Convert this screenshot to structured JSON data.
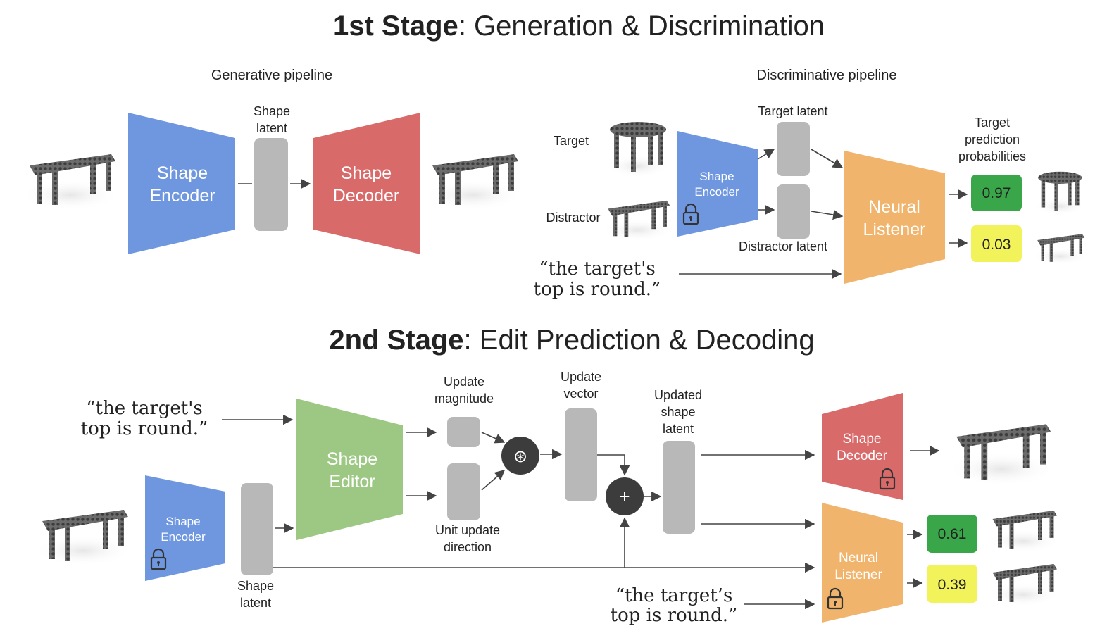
{
  "stage1": {
    "title_bold": "1st Stage",
    "title_rest": ": Generation & Discrimination",
    "generative": {
      "section_label": "Generative pipeline",
      "encoder": [
        "Shape",
        "Encoder"
      ],
      "latent": [
        "Shape",
        "latent"
      ],
      "decoder": [
        "Shape",
        "Decoder"
      ]
    },
    "discriminative": {
      "section_label": "Discriminative pipeline",
      "target_label": "Target",
      "distractor_label": "Distractor",
      "encoder": [
        "Shape",
        "Encoder"
      ],
      "target_latent": "Target latent",
      "distractor_latent": "Distractor latent",
      "listener": [
        "Neural",
        "Listener"
      ],
      "probabilities_label": [
        "Target",
        "prediction",
        "probabilities"
      ],
      "utterance": [
        "“the target's",
        "top is round.”"
      ],
      "scores": [
        {
          "value": "0.97",
          "color": "#3aa64a"
        },
        {
          "value": "0.03",
          "color": "#f2f25a"
        }
      ]
    }
  },
  "stage2": {
    "title_bold": "2nd Stage",
    "title_rest": ": Edit Prediction & Decoding",
    "utterance_left": [
      "“the target's",
      "top is round.”"
    ],
    "encoder": [
      "Shape",
      "Encoder"
    ],
    "latent": [
      "Shape",
      "latent"
    ],
    "editor": [
      "Shape",
      "Editor"
    ],
    "update_magnitude": [
      "Update",
      "magnitude"
    ],
    "unit_update_direction": [
      "Unit update",
      "direction"
    ],
    "update_vector": [
      "Update",
      "vector"
    ],
    "updated_shape_latent": [
      "Updated",
      "shape",
      "latent"
    ],
    "multiply_symbol": "⊛",
    "plus_symbol": "+",
    "decoder": [
      "Shape",
      "Decoder"
    ],
    "listener": [
      "Neural",
      "Listener"
    ],
    "utterance_bottom": [
      "“the target’s",
      "top is round.”"
    ],
    "scores": [
      {
        "value": "0.61",
        "color": "#3aa64a"
      },
      {
        "value": "0.39",
        "color": "#f2f25a"
      }
    ]
  },
  "colors": {
    "encoder": "#6f97e0",
    "decoder": "#d96a6a",
    "listener": "#f0b46c",
    "editor": "#9cc884",
    "latent": "#b8b8b8",
    "operator": "#3c3c3c",
    "arrow": "#444444"
  },
  "icons": [
    "lock-icon",
    "table-point-cloud-icon"
  ]
}
